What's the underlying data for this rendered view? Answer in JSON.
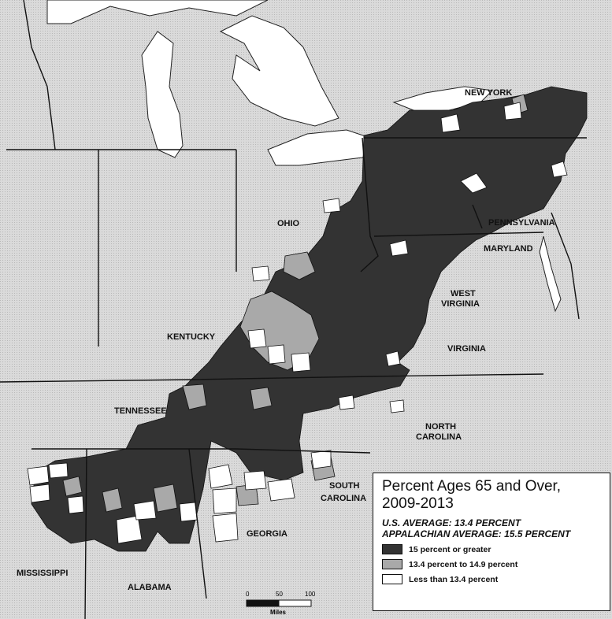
{
  "states": {
    "new_york": "NEW YORK",
    "pennsylvania": "PENNSYLVANIA",
    "ohio": "OHIO",
    "maryland": "MARYLAND",
    "west_virginia_1": "WEST",
    "west_virginia_2": "VIRGINIA",
    "kentucky": "KENTUCKY",
    "virginia": "VIRGINIA",
    "tennessee": "TENNESSEE",
    "north_carolina_1": "NORTH",
    "north_carolina_2": "CAROLINA",
    "south_carolina_1": "SOUTH",
    "south_carolina_2": "CAROLINA",
    "georgia": "GEORGIA",
    "mississippi": "MISSISSIPPI",
    "alabama": "ALABAMA"
  },
  "legend": {
    "title_line1": "Percent Ages 65 and Over,",
    "title_line2": "2009-2013",
    "us_average": "U.S. AVERAGE: 13.4 PERCENT",
    "appalachian_average": "APPALACHIAN AVERAGE: 15.5 PERCENT",
    "items": [
      {
        "label": "15 percent or greater",
        "color": "#333333"
      },
      {
        "label": "13.4 percent to 14.9 percent",
        "color": "#a9a9a9"
      },
      {
        "label": "Less than 13.4 percent",
        "color": "#ffffff"
      }
    ]
  },
  "scale_bar": {
    "ticks": [
      "0",
      "50",
      "100"
    ],
    "unit": "Miles"
  },
  "colors": {
    "background": "#d9d9d9",
    "water": "#ffffff",
    "high": "#333333",
    "mid": "#a9a9a9",
    "low": "#ffffff"
  }
}
